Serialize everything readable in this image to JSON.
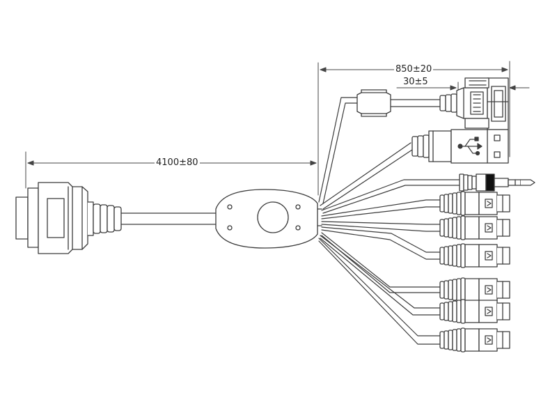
{
  "dimensions": {
    "total_length": "4100±80",
    "breakout_length": "850±20",
    "plug_length": "30±5"
  },
  "connectors": {
    "main": "multi-pin-connector",
    "outputs": [
      "vga-connector",
      "usb-connector",
      "audio-jack",
      "rca-jack",
      "rca-jack",
      "rca-jack",
      "rca-jack",
      "rca-jack",
      "rca-jack"
    ]
  },
  "colors": {
    "line": "#3a3a3a",
    "fill": "#ffffff",
    "dark": "#111111"
  }
}
